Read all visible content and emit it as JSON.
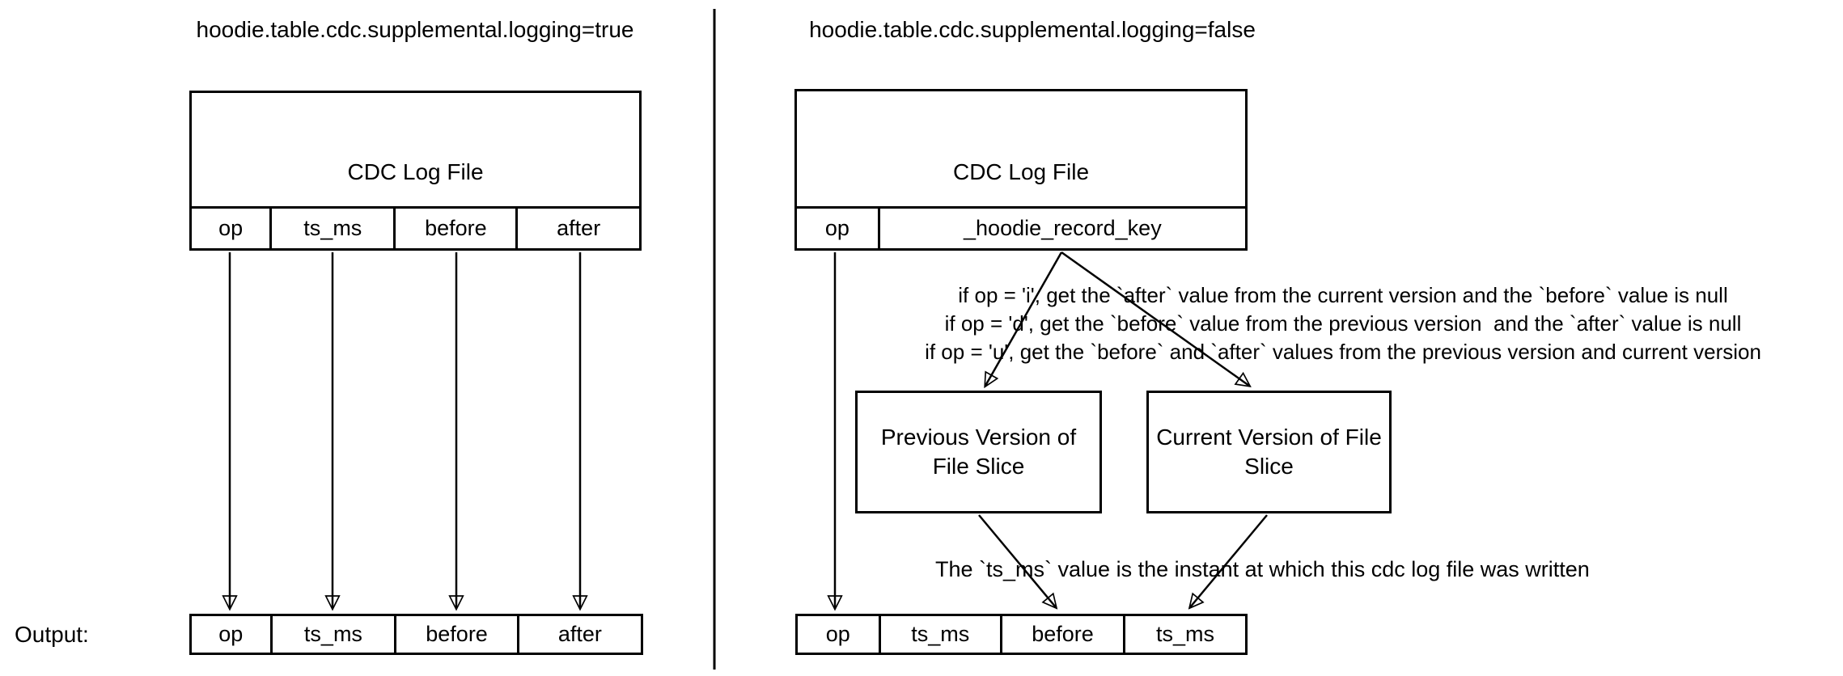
{
  "diagram": {
    "left_panel": {
      "title": "hoodie.table.cdc.supplemental.logging=true",
      "cdc_box": {
        "label": "CDC Log File",
        "columns": [
          "op",
          "ts_ms",
          "before",
          "after"
        ]
      },
      "output_label": "Output:",
      "output_row": [
        "op",
        "ts_ms",
        "before",
        "after"
      ]
    },
    "right_panel": {
      "title": "hoodie.table.cdc.supplemental.logging=false",
      "cdc_box": {
        "label": "CDC Log File",
        "columns": [
          "op",
          "_hoodie_record_key"
        ]
      },
      "op_rules": [
        "if op = 'i', get the `after` value from the current version and the `before` value is null",
        "if op = 'd', get the `before` value from the previous version  and the `after` value is null",
        "if op = 'u', get the `before` and `after` values from the previous version and current version"
      ],
      "previous_box_label": "Previous Version of File Slice",
      "current_box_label": "Current Version of File Slice",
      "ts_note": "The `ts_ms` value is the instant at which this cdc log file was written",
      "output_row": [
        "op",
        "ts_ms",
        "before",
        "ts_ms"
      ]
    },
    "colors": {
      "line": "#000000",
      "background": "#ffffff",
      "text": "#000000"
    }
  }
}
